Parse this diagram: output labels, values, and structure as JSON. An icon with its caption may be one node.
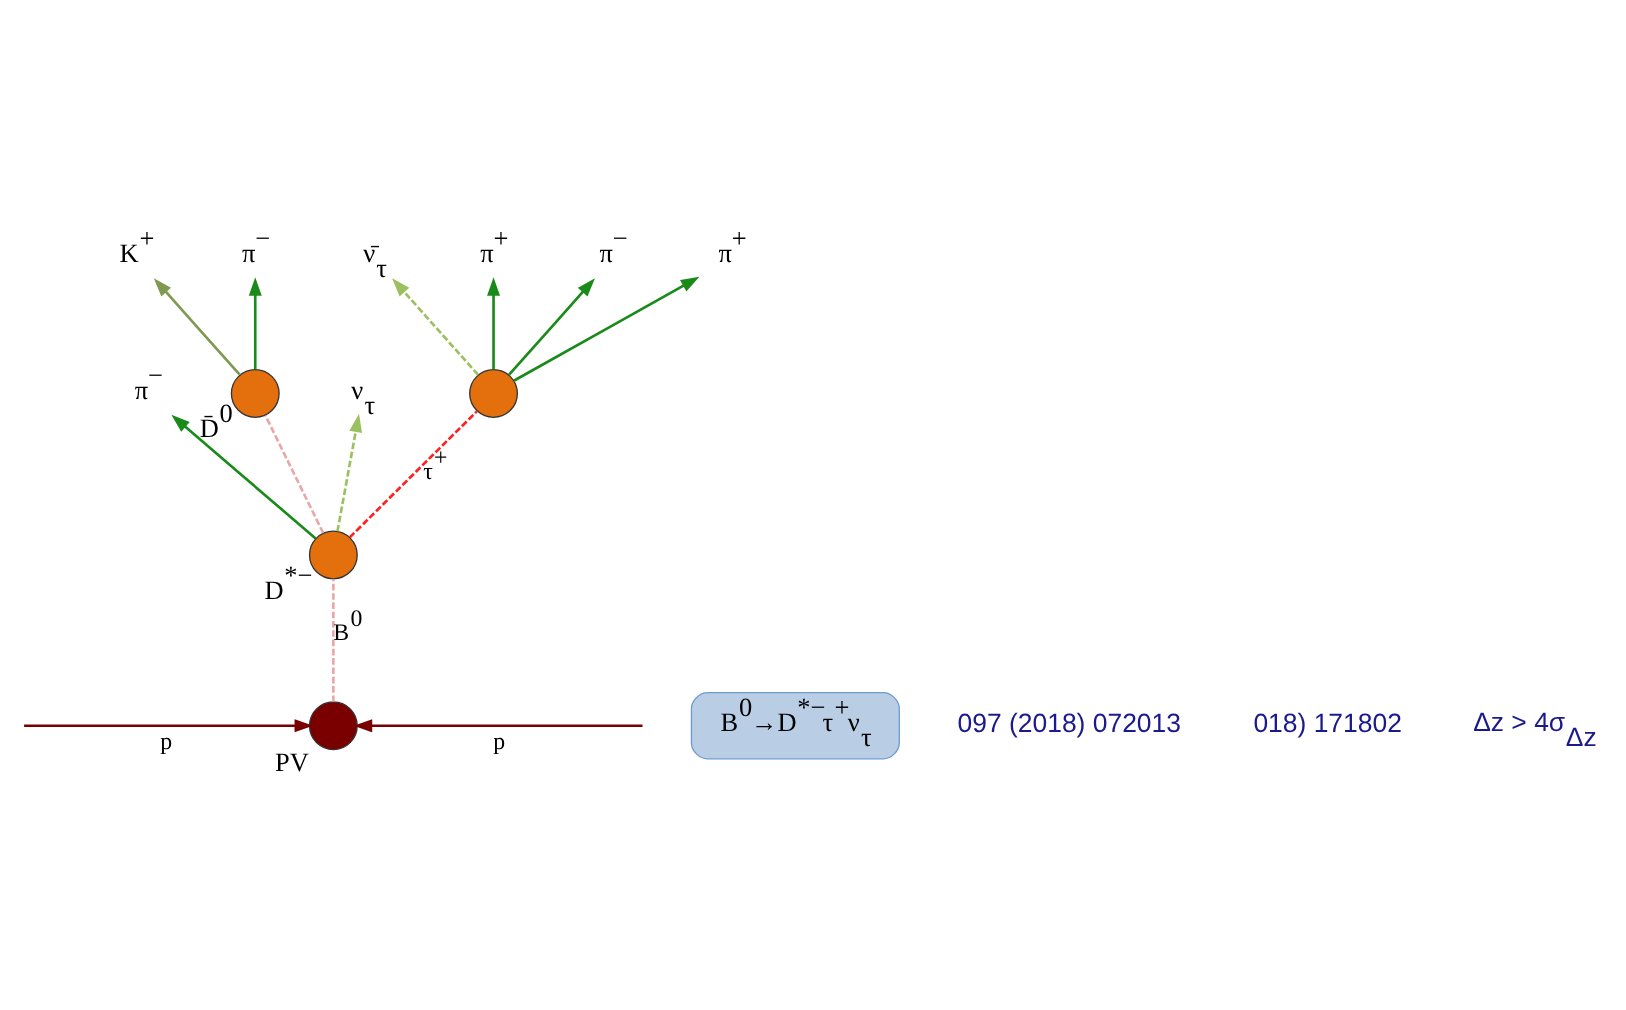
{
  "diagram": {
    "nodes": [
      {
        "text": [
          "π$^{−}$"
        ]
      },
      {
        "text": [
          "K$^{+}$"
        ]
      },
      {
        "text": [
          "π$^{−}$"
        ]
      },
      {
        "text": [
          "B$^{0}$→D$^{*−}$τ$^{+}$ν$_{τ}$"
        ]
      },
      {
        "text": [],
        "shape": "circle",
        "beside": [
          "D̄$^{0}$"
        ]
      },
      {
        "text": [
          "ν$_{τ}$"
        ]
      },
      {
        "text": [],
        "shape": "circle",
        "beside": [
          "D$^{*−}$"
        ]
      },
      {
        "text": [
          "ν̄$_{τ}$"
        ]
      },
      {
        "text": [],
        "shape": "circle"
      },
      {
        "text": [
          "π$^{+}$"
        ]
      },
      {
        "text": [
          "π$^{−}$"
        ]
      },
      {
        "text": [
          "π$^{+}$"
        ]
      },
      {
        "text": [],
        "shape": "circle",
        "beside": [
          "PV"
        ]
      }
    ],
    "edges": [
      {
        "from": null,
        "to": 12,
        "arrow": "to",
        "label": "p",
        "color": "#7a0000"
      },
      {
        "from": null,
        "to": 12,
        "arrow": "to",
        "label": "p",
        "color": "#7a0000"
      },
      {
        "from": 12,
        "to": 6,
        "arrow": "none",
        "label": "B$^{0}$",
        "style": "dashed",
        "color": "#e8a8a8"
      },
      {
        "from": 6,
        "to": 0,
        "arrow": "to"
      },
      {
        "from": 6,
        "to": 4,
        "arrow": "none",
        "style": "dashed",
        "color": "#e8a8a8"
      },
      {
        "from": 4,
        "to": 1,
        "arrow": "to",
        "color": "#7f9a50"
      },
      {
        "from": 4,
        "to": 2,
        "arrow": "to"
      },
      {
        "from": 6,
        "to": 5,
        "arrow": "to",
        "style": "dashed",
        "color": "#9bc060"
      },
      {
        "from": 6,
        "to": 8,
        "arrow": "none",
        "label": "τ$^{+}$",
        "style": "dashed",
        "color": "#ff2020"
      },
      {
        "from": 8,
        "to": 7,
        "arrow": "to",
        "style": "dashed",
        "color": "#9bc060"
      },
      {
        "from": 8,
        "to": 9,
        "arrow": "to"
      },
      {
        "from": 8,
        "to": 10,
        "arrow": "to"
      },
      {
        "from": 8,
        "to": 11,
        "arrow": "to"
      }
    ],
    "labels": [
      "097 (2018) 072013",
      "018) 171802",
      "Δz > 4σ$_{Δz}$"
    ]
  }
}
